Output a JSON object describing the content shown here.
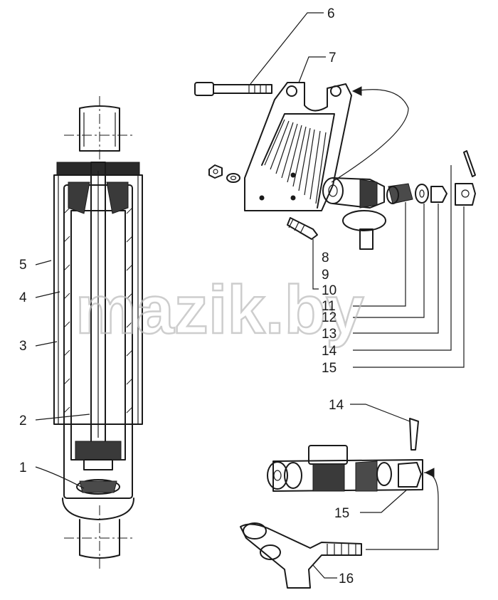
{
  "watermark": "mazik.by",
  "labels": {
    "p1": "1",
    "p2": "2",
    "p3": "3",
    "p4": "4",
    "p5": "5",
    "p6": "6",
    "p7": "7",
    "p8": "8",
    "p9": "9",
    "p10": "10",
    "p11": "11",
    "p12": "12",
    "p13": "13",
    "p14": "14",
    "p15": "15",
    "p14b": "14",
    "p15b": "15",
    "p16": "16"
  }
}
